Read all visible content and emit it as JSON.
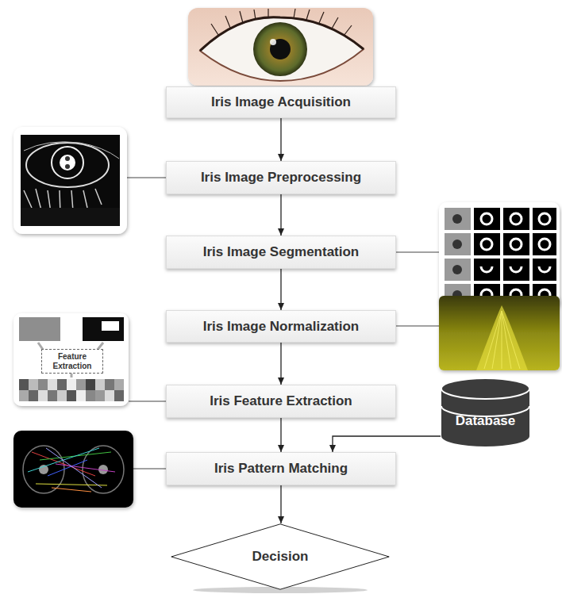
{
  "diagram": {
    "nodes": [
      {
        "text": [
          "Iris Image Acquisition"
        ]
      },
      {
        "text": [
          "Iris Image Preprocessing"
        ]
      },
      {
        "text": [
          "Iris Image Segmentation"
        ]
      },
      {
        "text": [
          "Iris Image Normalization"
        ]
      },
      {
        "text": [
          "Iris Feature Extraction"
        ]
      },
      {
        "text": [
          "Database"
        ]
      },
      {
        "text": [
          "Iris Pattern Matching"
        ]
      },
      {
        "text": [
          "Decision"
        ]
      }
    ],
    "edges": [
      {
        "from": 0,
        "to": 1,
        "arrow": "to"
      },
      {
        "from": 1,
        "to": 2,
        "arrow": "to"
      },
      {
        "from": 2,
        "to": 3,
        "arrow": "to"
      },
      {
        "from": 3,
        "to": 4,
        "arrow": "to"
      },
      {
        "from": 4,
        "to": 6,
        "arrow": "to"
      },
      {
        "from": 5,
        "to": 6,
        "arrow": "to"
      },
      {
        "from": 6,
        "to": 7,
        "arrow": "to"
      }
    ],
    "labels": [
      "Feature Extraction"
    ]
  }
}
